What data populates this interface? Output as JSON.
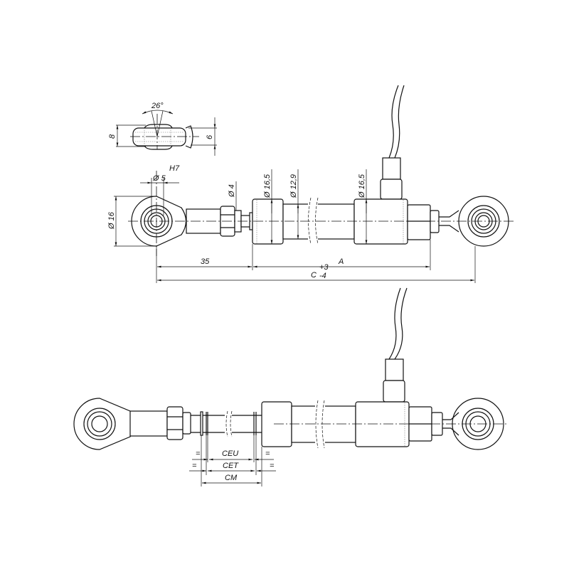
{
  "drawing": {
    "angle_label": "26°",
    "dim_8": "8",
    "dim_6": "6",
    "tolerance_h7": "H7",
    "bore_dia": "Ø 5",
    "eye_dia": "Ø 16",
    "rod_dia": "Ø 4",
    "body_dia_left": "Ø 16,5",
    "tube_dia": "Ø 12,9",
    "body_dia_right": "Ø 16,5",
    "dim_35": "35",
    "dim_A": "A",
    "dim_C": "C",
    "dim_C_tol_upper": "+3",
    "dim_C_tol_lower": "-4",
    "dim_CEU": "CEU",
    "dim_CET": "CET",
    "dim_CM": "CM",
    "equal_sign": "="
  }
}
